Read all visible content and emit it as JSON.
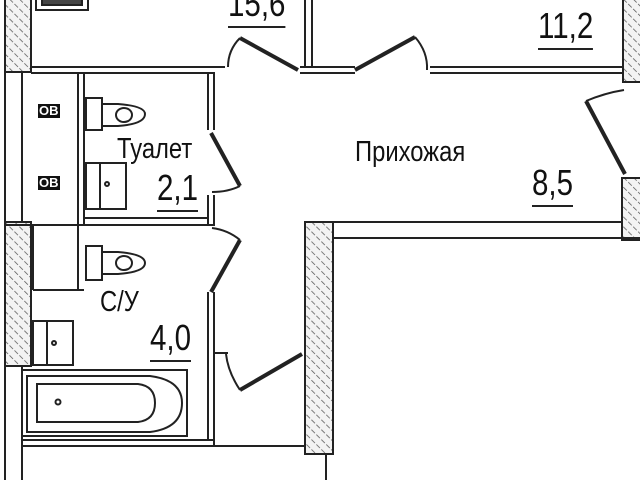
{
  "rooms": {
    "top_left": {
      "area": "15,6"
    },
    "top_right": {
      "area": "11,2"
    },
    "toilet": {
      "name": "Туалет",
      "area": "2,1"
    },
    "bathroom": {
      "name": "С/У",
      "area": "4,0"
    },
    "hallway": {
      "name": "Прихожая",
      "area": "8,5"
    }
  },
  "shaft_marks": [
    "ОВ",
    "ОВ"
  ],
  "colors": {
    "line": "#222222",
    "hatch": "#555555",
    "background": "#ffffff"
  }
}
